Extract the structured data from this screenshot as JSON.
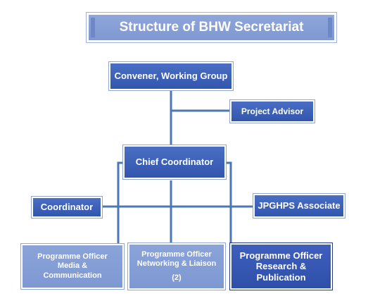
{
  "title": "Structure of BHW Secretariat",
  "nodes": {
    "convener": "Convener, Working Group",
    "project_advisor": "Project Advisor",
    "chief_coordinator": "Chief Coordinator",
    "coordinator": "Coordinator",
    "jpghps_associate": "JPGHPS Associate",
    "po_media": "Programme Officer Media & Communication",
    "po_networking": "Programme Officer Networking & Liaison",
    "po_networking_count": "(2)",
    "po_research": "Programme Officer Research & Publication"
  },
  "colors": {
    "connector": "#4a78b6",
    "node_dark": "#3a5fb8",
    "node_light": "#8aa3d9"
  }
}
